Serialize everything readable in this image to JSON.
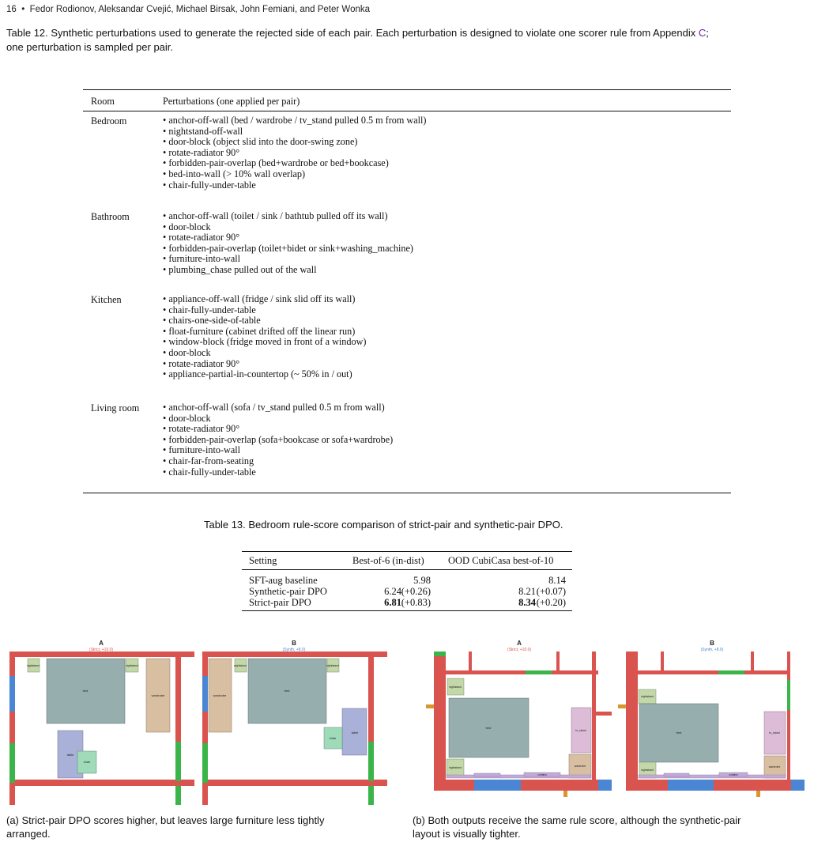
{
  "header": {
    "page_number": "16",
    "separator": "•",
    "authors": "Fedor Rodionov, Aleksandar Cvejić, Michael Birsak, John Femiani, and Peter Wonka"
  },
  "table12": {
    "caption_line1": "Table 12.  Synthetic perturbations used to generate the rejected side of each pair. Each perturbation is designed to violate one scorer rule from Appendix ",
    "caption_ref": "C",
    "caption_tail": ";",
    "caption_line2": "one perturbation is sampled per pair.",
    "col_room": "Room",
    "col_perturb": "Perturbations (one applied per pair)",
    "rooms": [
      {
        "name": "Bedroom",
        "items": [
          "• anchor-off-wall (bed / wardrobe / tv_stand pulled 0.5 m from wall)",
          "• nightstand-off-wall",
          "• door-block (object slid into the door-swing zone)",
          "• rotate-radiator 90°",
          "• forbidden-pair-overlap (bed+wardrobe or bed+bookcase)",
          "• bed-into-wall (> 10% wall overlap)",
          "• chair-fully-under-table"
        ]
      },
      {
        "name": "Bathroom",
        "items": [
          "• anchor-off-wall (toilet / sink / bathtub pulled off its wall)",
          "• door-block",
          "• rotate-radiator 90°",
          "• forbidden-pair-overlap (toilet+bidet or sink+washing_machine)",
          "• furniture-into-wall",
          "• plumbing_chase pulled out of the wall"
        ]
      },
      {
        "name": "Kitchen",
        "items": [
          "• appliance-off-wall (fridge / sink slid off its wall)",
          "• chair-fully-under-table",
          "• chairs-one-side-of-table",
          "• float-furniture (cabinet drifted off the linear run)",
          "• window-block (fridge moved in front of a window)",
          "• door-block",
          "• rotate-radiator 90°",
          "• appliance-partial-in-countertop (~ 50% in / out)"
        ]
      },
      {
        "name": "Living room",
        "items": [
          "• anchor-off-wall (sofa / tv_stand pulled 0.5 m from wall)",
          "• door-block",
          "• rotate-radiator 90°",
          "• forbidden-pair-overlap (sofa+bookcase or sofa+wardrobe)",
          "• furniture-into-wall",
          "• chair-far-from-seating",
          "• chair-fully-under-table"
        ]
      }
    ]
  },
  "table13": {
    "caption": "Table 13.  Bedroom rule-score comparison of strict-pair and synthetic-pair DPO.",
    "headers": [
      "Setting",
      "Best-of-6 (in-dist)",
      "OOD CubiCasa best-of-10"
    ],
    "rows": [
      {
        "setting": "SFT-aug baseline",
        "b6": "5.98",
        "b6_delta": "",
        "ood": "8.14",
        "ood_delta": "",
        "bold": false
      },
      {
        "setting": "Synthetic-pair DPO",
        "b6": "6.24",
        "b6_delta": "(+0.26)",
        "ood": "8.21",
        "ood_delta": "(+0.07)",
        "bold": false
      },
      {
        "setting": "Strict-pair DPO",
        "b6": "6.81",
        "b6_delta": "(+0.83)",
        "ood": "8.34",
        "ood_delta": "(+0.20)",
        "bold": true
      }
    ]
  },
  "figure": {
    "panels": [
      {
        "letter": "A",
        "sub": "(Strict, +10.0)",
        "labels": {
          "ns1": "nightstand",
          "ns2": "nightstand",
          "bed": "bed",
          "wardrobe": "wardrobe",
          "table": "table",
          "chair": "chair"
        }
      },
      {
        "letter": "B",
        "sub": "(Synth, +8.0)",
        "labels": {
          "ns1": "nightstand",
          "ns2": "nightstand",
          "bed": "bed",
          "wardrobe": "wardrobe",
          "table": "table",
          "chair": "chair"
        }
      },
      {
        "letter": "A",
        "sub": "(Strict, +10.0)",
        "labels": {
          "ns1": "nightstand",
          "ns2": "nightstand",
          "bed": "bed",
          "tv": "tv_stand",
          "wardrobe": "wardrobe",
          "curtains": "curtains"
        }
      },
      {
        "letter": "B",
        "sub": "(Synth, +8.0)",
        "labels": {
          "ns1": "nightstand",
          "ns2": "nightstand",
          "bed": "bed",
          "tv": "tv_stand",
          "wardrobe": "wardrobe",
          "curtains": "curtains"
        }
      }
    ],
    "sub_a_line1": "(a) Strict-pair DPO scores higher, but leaves large furniture less tightly",
    "sub_a_line2": "arranged.",
    "sub_b_line1": "(b) Both outputs receive the same rule score, although the synthetic-pair",
    "sub_b_line2": "layout is visually tighter.",
    "colors": {
      "wall": "#d9534f",
      "door": "#3bb44a",
      "window": "#4a86d4",
      "radiator": "#d9962f",
      "bed": "#97aeaf",
      "wardrobe": "#d9bfa2",
      "nightstand": "#c3d8a9",
      "table": "#a9b1d9",
      "chair": "#9fdab9",
      "tv_stand": "#dcbcd6",
      "curtains": "#c3a9d8"
    }
  }
}
